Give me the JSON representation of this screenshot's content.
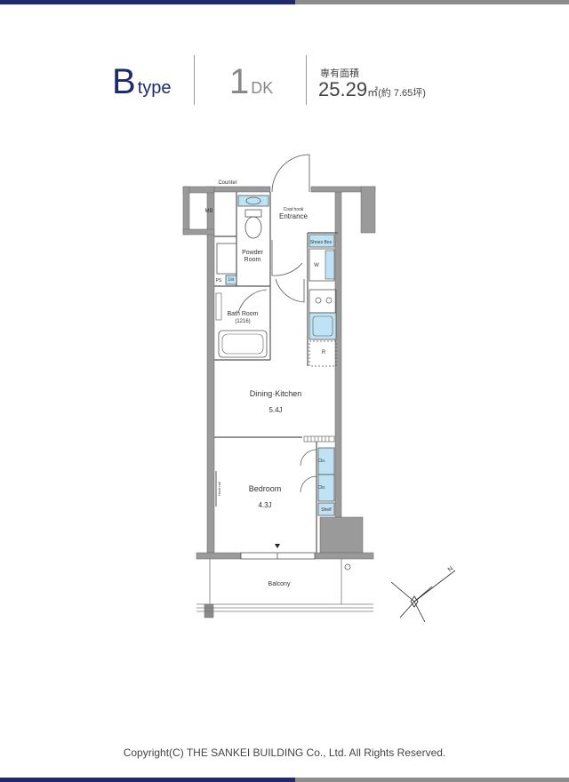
{
  "header": {
    "type_letter": "B",
    "type_word": "type",
    "layout_number": "1",
    "layout_suffix": "DK",
    "area_label": "専有面積",
    "area_value": "25.29",
    "area_unit": "㎡",
    "area_tsubo": "(約 7.65坪)"
  },
  "rooms": {
    "counter": "Counter",
    "mb": "MB",
    "coat_hook": "Coat hook",
    "entrance": "Entrance",
    "powder_room_1": "Powder",
    "powder_room_2": "Room",
    "shoes_box": "Shoes Box",
    "w": "W",
    "ps": "PS",
    "lin": "Lin",
    "bath_room": "Bath Room",
    "bath_size": "(1216)",
    "r": "R",
    "dining_kitchen": "Dining·Kitchen",
    "dk_size": "5.4J",
    "bedroom": "Bedroom",
    "bedroom_size": "4.3J",
    "clo_1": "Clo.",
    "clo_2": "Clo.",
    "shelf": "Shelf",
    "hook_rail": "Hook rail",
    "balcony": "Balcony"
  },
  "compass": {
    "north": "N"
  },
  "colors": {
    "navy": "#1f2a6e",
    "grey_bar": "#8c8c8c",
    "wall": "#9a9a9a",
    "fixture_blue": "#bfe2f4"
  },
  "footer": {
    "copyright": "Copyright(C) THE SANKEI BUILDING Co., Ltd. All Rights Reserved."
  }
}
